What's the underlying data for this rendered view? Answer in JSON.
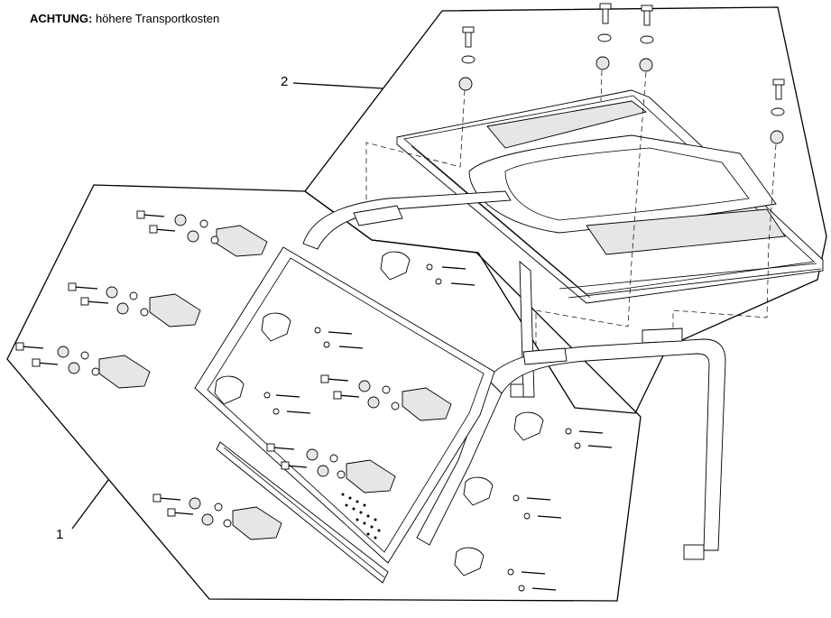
{
  "note": {
    "label": "ACHTUNG:",
    "text": " höhere Transportkosten"
  },
  "callouts": [
    {
      "id": "1",
      "text": "1"
    },
    {
      "id": "2",
      "text": "2"
    }
  ]
}
